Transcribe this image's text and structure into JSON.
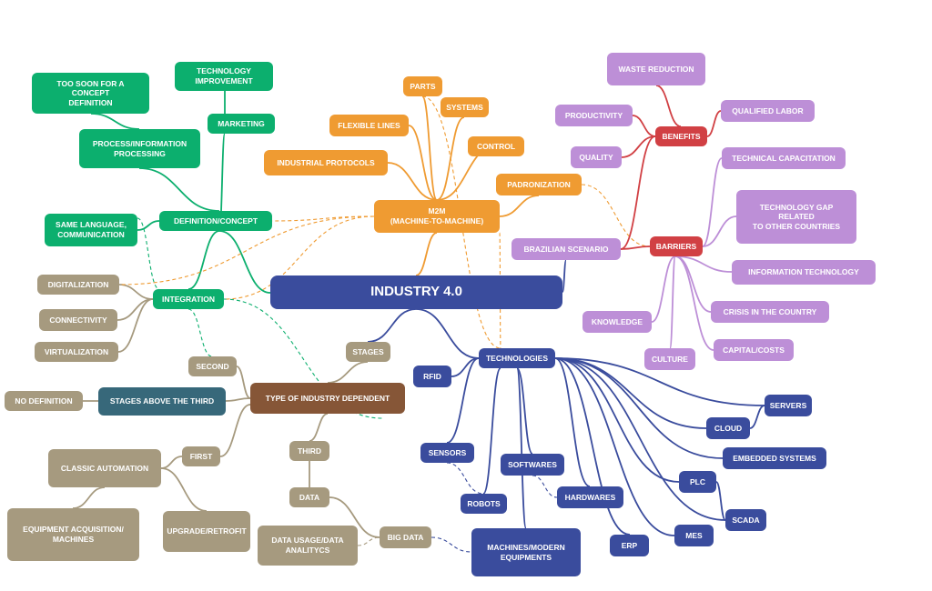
{
  "central": "INDUSTRY 4.0",
  "colors": {
    "green": "#0caf6e",
    "orange": "#ef9b32",
    "purple": "#bd8fd7",
    "red": "#d14044",
    "navy": "#3a4c9d",
    "tan": "#a69a7f",
    "brown": "#865637",
    "teal": "#37687a"
  },
  "definition": {
    "label": "DEFINITION/CONCEPT",
    "too_soon": "TOO SOON FOR A CONCEPT\nDEFINITION",
    "tech_improvement": "TECHNOLOGY\nIMPROVEMENT",
    "marketing": "MARKETING",
    "process_info": "PROCESS/INFORMATION\nPROCESSING",
    "same_language": "SAME LANGUAGE,\nCOMMUNICATION"
  },
  "integration": {
    "label": "INTEGRATION",
    "digitalization": "DIGITALIZATION",
    "connectivity": "CONNECTIVITY",
    "virtualization": "VIRTUALIZATION"
  },
  "m2m": {
    "label": "M2M\n(MACHINE-TO-MACHINE)",
    "parts": "PARTS",
    "systems": "SYSTEMS",
    "flexible_lines": "FLEXIBLE LINES",
    "control": "CONTROL",
    "industrial_protocols": "INDUSTRIAL PROTOCOLS",
    "padronization": "PADRONIZATION"
  },
  "benefits": {
    "label": "BENEFITS",
    "waste_reduction": "WASTE REDUCTION",
    "productivity": "PRODUCTIVITY",
    "qualified_labor": "QUALIFIED LABOR",
    "quality": "QUALITY"
  },
  "barriers": {
    "label": "BARRIERS",
    "technical_capacitation": "TECHNICAL CAPACITATION",
    "technology_gap": "TECHNOLOGY GAP RELATED\nTO OTHER COUNTRIES",
    "brazilian_scenario": "BRAZILIAN SCENARIO",
    "information_technology": "INFORMATION TECHNOLOGY",
    "crisis": "CRISIS IN THE COUNTRY",
    "knowledge": "KNOWLEDGE",
    "capital_costs": "CAPITAL/COSTS",
    "culture": "CULTURE"
  },
  "stages": {
    "label": "STAGES",
    "type_dependent": "TYPE OF INDUSTRY DEPENDENT",
    "second": "SECOND",
    "stages_above_third": "STAGES ABOVE THE THIRD",
    "no_definition": "NO DEFINITION",
    "first": "FIRST",
    "classic_automation": "CLASSIC AUTOMATION",
    "equipment_acquisition": "EQUIPMENT ACQUISITION/\nMACHINES",
    "upgrade_retrofit": "UPGRADE/RETROFIT",
    "third": "THIRD",
    "data": "DATA",
    "data_usage": "DATA USAGE/DATA\nANALITYCS",
    "big_data": "BIG DATA"
  },
  "technologies": {
    "label": "TECHNOLOGIES",
    "rfid": "RFID",
    "sensors": "SENSORS",
    "robots": "ROBOTS",
    "softwares": "SOFTWARES",
    "hardwares": "HARDWARES",
    "servers": "SERVERS",
    "cloud": "CLOUD",
    "embedded_systems": "EMBEDDED SYSTEMS",
    "plc": "PLC",
    "scada": "SCADA",
    "mes": "MES",
    "erp": "ERP",
    "machines_modern": "MACHINES/MODERN\nEQUIPMENTS"
  }
}
